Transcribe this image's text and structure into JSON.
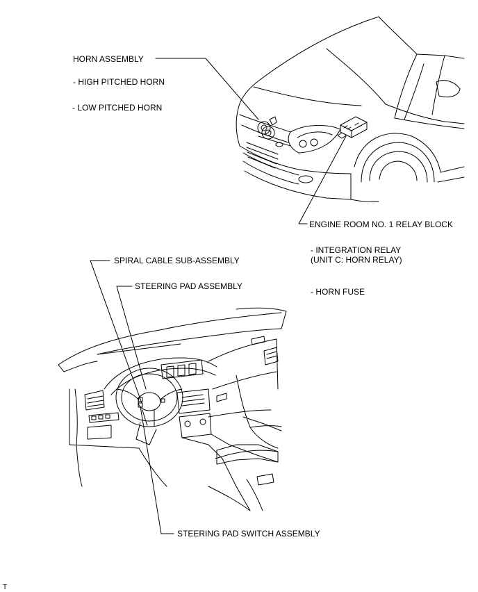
{
  "labels": {
    "horn_assembly": "HORN ASSEMBLY",
    "high_pitched_horn": "- HIGH PITCHED HORN",
    "low_pitched_horn": "- LOW PITCHED HORN",
    "engine_room_relay_block": "ENGINE ROOM NO. 1 RELAY BLOCK",
    "integration_relay_line1": "- INTEGRATION RELAY",
    "integration_relay_line2": "(UNIT C: HORN RELAY)",
    "horn_fuse": "- HORN FUSE",
    "spiral_cable": "SPIRAL CABLE SUB-ASSEMBLY",
    "steering_pad": "STEERING PAD ASSEMBLY",
    "steering_pad_switch": "STEERING PAD SWITCH ASSEMBLY",
    "corner_mark": "T"
  }
}
